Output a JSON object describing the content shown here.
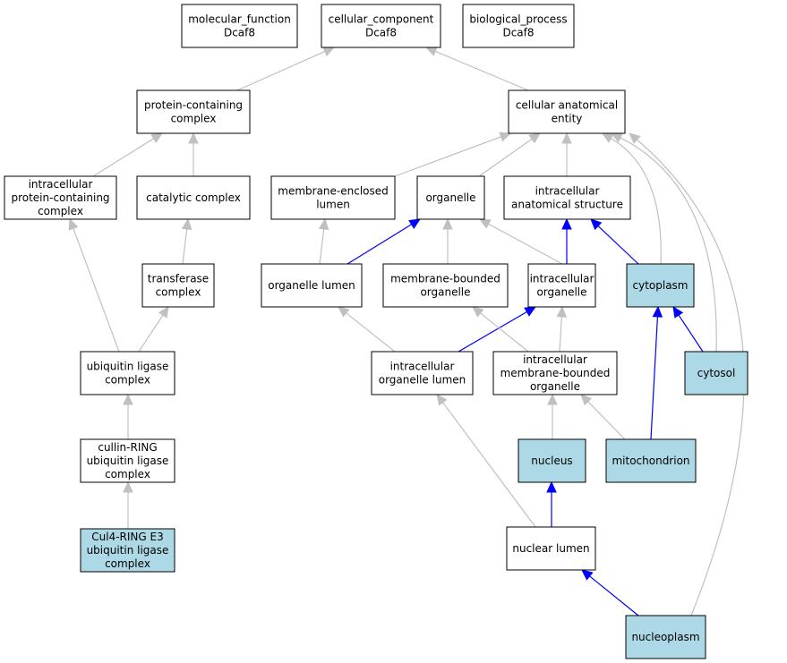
{
  "colors": {
    "plain_fill": "#ffffff",
    "highlight_fill": "#add8e6",
    "grey_edge": "#c0c0c0",
    "blue_edge": "#0000ff"
  },
  "nodes": [
    {
      "id": "mf",
      "lines": [
        "molecular_function",
        "Dcaf8"
      ],
      "highlight": false
    },
    {
      "id": "cc",
      "lines": [
        "cellular_component",
        "Dcaf8"
      ],
      "highlight": false
    },
    {
      "id": "bp",
      "lines": [
        "biological_process",
        "Dcaf8"
      ],
      "highlight": false
    },
    {
      "id": "pcc",
      "lines": [
        "protein-containing",
        "complex"
      ],
      "highlight": false
    },
    {
      "id": "cae",
      "lines": [
        "cellular anatomical",
        "entity"
      ],
      "highlight": false
    },
    {
      "id": "ipcc",
      "lines": [
        "intracellular",
        "protein-containing",
        "complex"
      ],
      "highlight": false
    },
    {
      "id": "catc",
      "lines": [
        "catalytic complex"
      ],
      "highlight": false
    },
    {
      "id": "mel",
      "lines": [
        "membrane-enclosed",
        "lumen"
      ],
      "highlight": false
    },
    {
      "id": "org",
      "lines": [
        "organelle"
      ],
      "highlight": false
    },
    {
      "id": "ias",
      "lines": [
        "intracellular",
        "anatomical structure"
      ],
      "highlight": false
    },
    {
      "id": "trc",
      "lines": [
        "transferase",
        "complex"
      ],
      "highlight": false
    },
    {
      "id": "orl",
      "lines": [
        "organelle lumen"
      ],
      "highlight": false
    },
    {
      "id": "mbo",
      "lines": [
        "membrane-bounded",
        "organelle"
      ],
      "highlight": false
    },
    {
      "id": "io",
      "lines": [
        "intracellular",
        "organelle"
      ],
      "highlight": false
    },
    {
      "id": "cyto",
      "lines": [
        "cytoplasm"
      ],
      "highlight": true
    },
    {
      "id": "ulc",
      "lines": [
        "ubiquitin ligase",
        "complex"
      ],
      "highlight": false
    },
    {
      "id": "iol",
      "lines": [
        "intracellular",
        "organelle lumen"
      ],
      "highlight": false
    },
    {
      "id": "imbo",
      "lines": [
        "intracellular",
        "membrane-bounded",
        "organelle"
      ],
      "highlight": false
    },
    {
      "id": "cytosol",
      "lines": [
        "cytosol"
      ],
      "highlight": true
    },
    {
      "id": "crl",
      "lines": [
        "cullin-RING",
        "ubiquitin ligase",
        "complex"
      ],
      "highlight": false
    },
    {
      "id": "nuc",
      "lines": [
        "nucleus"
      ],
      "highlight": true
    },
    {
      "id": "mito",
      "lines": [
        "mitochondrion"
      ],
      "highlight": true
    },
    {
      "id": "cul4",
      "lines": [
        "Cul4-RING E3",
        "ubiquitin ligase",
        "complex"
      ],
      "highlight": true
    },
    {
      "id": "nl",
      "lines": [
        "nuclear lumen"
      ],
      "highlight": false
    },
    {
      "id": "np",
      "lines": [
        "nucleoplasm"
      ],
      "highlight": true
    }
  ],
  "edges": [
    {
      "from": "pcc",
      "to": "cc",
      "kind": "is_a"
    },
    {
      "from": "cae",
      "to": "cc",
      "kind": "is_a"
    },
    {
      "from": "ipcc",
      "to": "pcc",
      "kind": "is_a"
    },
    {
      "from": "catc",
      "to": "pcc",
      "kind": "is_a"
    },
    {
      "from": "mel",
      "to": "cae",
      "kind": "is_a"
    },
    {
      "from": "org",
      "to": "cae",
      "kind": "is_a"
    },
    {
      "from": "ias",
      "to": "cae",
      "kind": "is_a"
    },
    {
      "from": "cyto",
      "to": "cae",
      "kind": "is_a"
    },
    {
      "from": "cytosol",
      "to": "cae",
      "kind": "is_a"
    },
    {
      "from": "np",
      "to": "cae",
      "kind": "is_a"
    },
    {
      "from": "trc",
      "to": "catc",
      "kind": "is_a"
    },
    {
      "from": "orl",
      "to": "mel",
      "kind": "is_a"
    },
    {
      "from": "orl",
      "to": "org",
      "kind": "part_of"
    },
    {
      "from": "mbo",
      "to": "org",
      "kind": "is_a"
    },
    {
      "from": "io",
      "to": "org",
      "kind": "is_a"
    },
    {
      "from": "io",
      "to": "ias",
      "kind": "part_of"
    },
    {
      "from": "cyto",
      "to": "ias",
      "kind": "part_of"
    },
    {
      "from": "ulc",
      "to": "ipcc",
      "kind": "is_a"
    },
    {
      "from": "ulc",
      "to": "trc",
      "kind": "is_a"
    },
    {
      "from": "iol",
      "to": "orl",
      "kind": "is_a"
    },
    {
      "from": "iol",
      "to": "io",
      "kind": "part_of"
    },
    {
      "from": "imbo",
      "to": "mbo",
      "kind": "is_a"
    },
    {
      "from": "imbo",
      "to": "io",
      "kind": "is_a"
    },
    {
      "from": "cytosol",
      "to": "cyto",
      "kind": "part_of"
    },
    {
      "from": "crl",
      "to": "ulc",
      "kind": "is_a"
    },
    {
      "from": "nuc",
      "to": "imbo",
      "kind": "is_a"
    },
    {
      "from": "mito",
      "to": "imbo",
      "kind": "is_a"
    },
    {
      "from": "mito",
      "to": "cyto",
      "kind": "part_of"
    },
    {
      "from": "cul4",
      "to": "crl",
      "kind": "is_a"
    },
    {
      "from": "nl",
      "to": "iol",
      "kind": "is_a"
    },
    {
      "from": "nl",
      "to": "nuc",
      "kind": "part_of"
    },
    {
      "from": "np",
      "to": "nl",
      "kind": "part_of"
    }
  ]
}
